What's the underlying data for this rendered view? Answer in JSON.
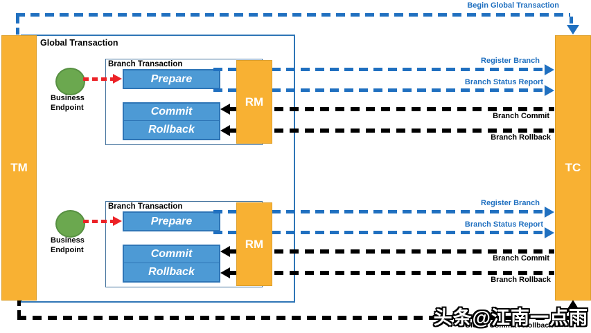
{
  "nodes": {
    "tm": "TM",
    "tc": "TC",
    "rm": "RM"
  },
  "containers": {
    "global": "Global Transaction",
    "branch": "Branch Transaction"
  },
  "branch": {
    "business_endpoint": "Business Endpoint",
    "prepare": "Prepare",
    "commit": "Commit",
    "rollback": "Rollback"
  },
  "messages": {
    "begin": "Begin Global Transaction",
    "register": "Register Branch",
    "status": "Branch Status Report",
    "branch_commit": "Branch Commit",
    "branch_rollback": "Branch Rollback",
    "global_commit_rollback": "Global Commit / Rollback"
  },
  "watermark": "头条@江南一点雨",
  "colors": {
    "node_yellow": "#F8B133",
    "node_yellow_border": "#DD9F2B",
    "action_blue": "#4D9AD5",
    "action_blue_border": "#2E75B6",
    "line_blue": "#2070C0",
    "line_black": "#000000",
    "line_red": "#EC2227",
    "endpoint_green": "#6BA84F",
    "endpoint_green_border": "#579042",
    "container_border": "#2E75B6",
    "branch_border": "#41719C"
  }
}
